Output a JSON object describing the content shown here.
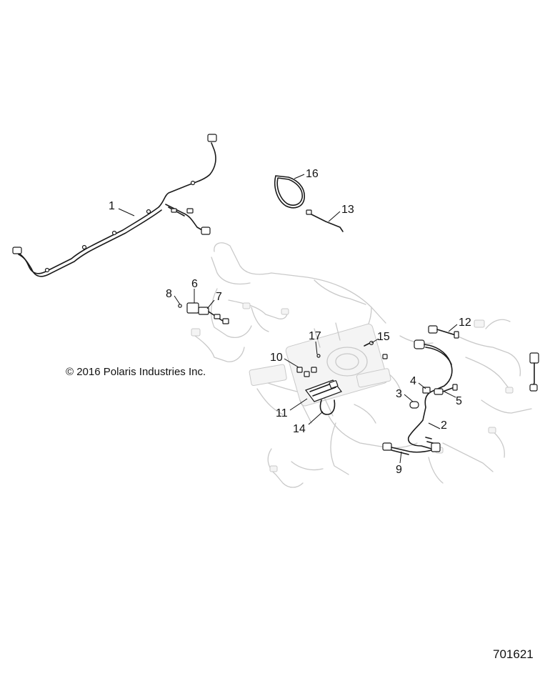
{
  "copyright": "© 2016 Polaris Industries Inc.",
  "figure_number": "701621",
  "callouts": [
    "1",
    "2",
    "3",
    "4",
    "5",
    "6",
    "7",
    "8",
    "9",
    "10",
    "11",
    "12",
    "13",
    "14",
    "15",
    "16",
    "17"
  ],
  "colors": {
    "line": "#1a1a1a",
    "ghost": "#c9c9c9",
    "background": "#ffffff"
  }
}
